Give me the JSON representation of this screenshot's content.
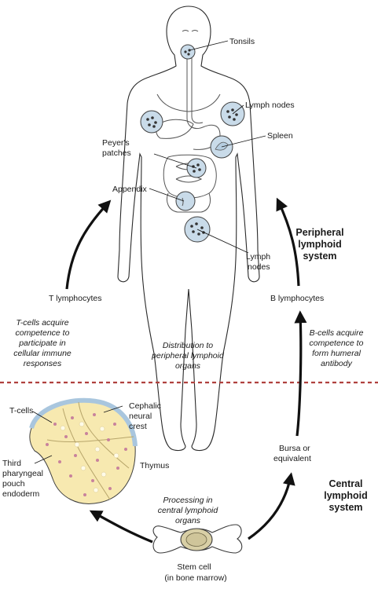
{
  "labels": {
    "tonsils": "Tonsils",
    "lymph_nodes_upper": "Lymph nodes",
    "spleen": "Spleen",
    "peyers_1": "Peyer's",
    "peyers_2": "patches",
    "appendix": "Appendix",
    "lymph_nodes_lower_1": "Lymph",
    "lymph_nodes_lower_2": "nodes",
    "t_lymphocytes": "T lymphocytes",
    "b_lymphocytes": "B lymphocytes",
    "t_cells": "T-cells",
    "cephalic_1": "Cephalic",
    "cephalic_2": "neural",
    "cephalic_3": "crest",
    "thymus": "Thymus",
    "pouch_1": "Third",
    "pouch_2": "pharyngeal",
    "pouch_3": "pouch",
    "pouch_4": "endoderm",
    "bursa_1": "Bursa or",
    "bursa_2": "equivalent",
    "stem_1": "Stem cell",
    "stem_2": "(in bone marrow)"
  },
  "captions": {
    "t_comp_1": "T-cells acquire",
    "t_comp_2": "competence to",
    "t_comp_3": "participate in",
    "t_comp_4": "cellular immune",
    "t_comp_5": "responses",
    "b_comp_1": "B-cells acquire",
    "b_comp_2": "competence to",
    "b_comp_3": "form humeral",
    "b_comp_4": "antibody",
    "dist_1": "Distribution to",
    "dist_2": "peripheral lymphoid",
    "dist_3": "organs",
    "proc_1": "Processing in",
    "proc_2": "central lymphoid",
    "proc_3": "organs"
  },
  "headings": {
    "peripheral_1": "Peripheral",
    "peripheral_2": "lymphoid",
    "peripheral_3": "system",
    "central_1": "Central",
    "central_2": "lymphoid",
    "central_3": "system"
  },
  "colors": {
    "organ_fill": "#c9dbe9",
    "divider": "#b0413e",
    "thymus_fill": "#f7e9b0",
    "bone_fill": "#d8cfa6"
  }
}
